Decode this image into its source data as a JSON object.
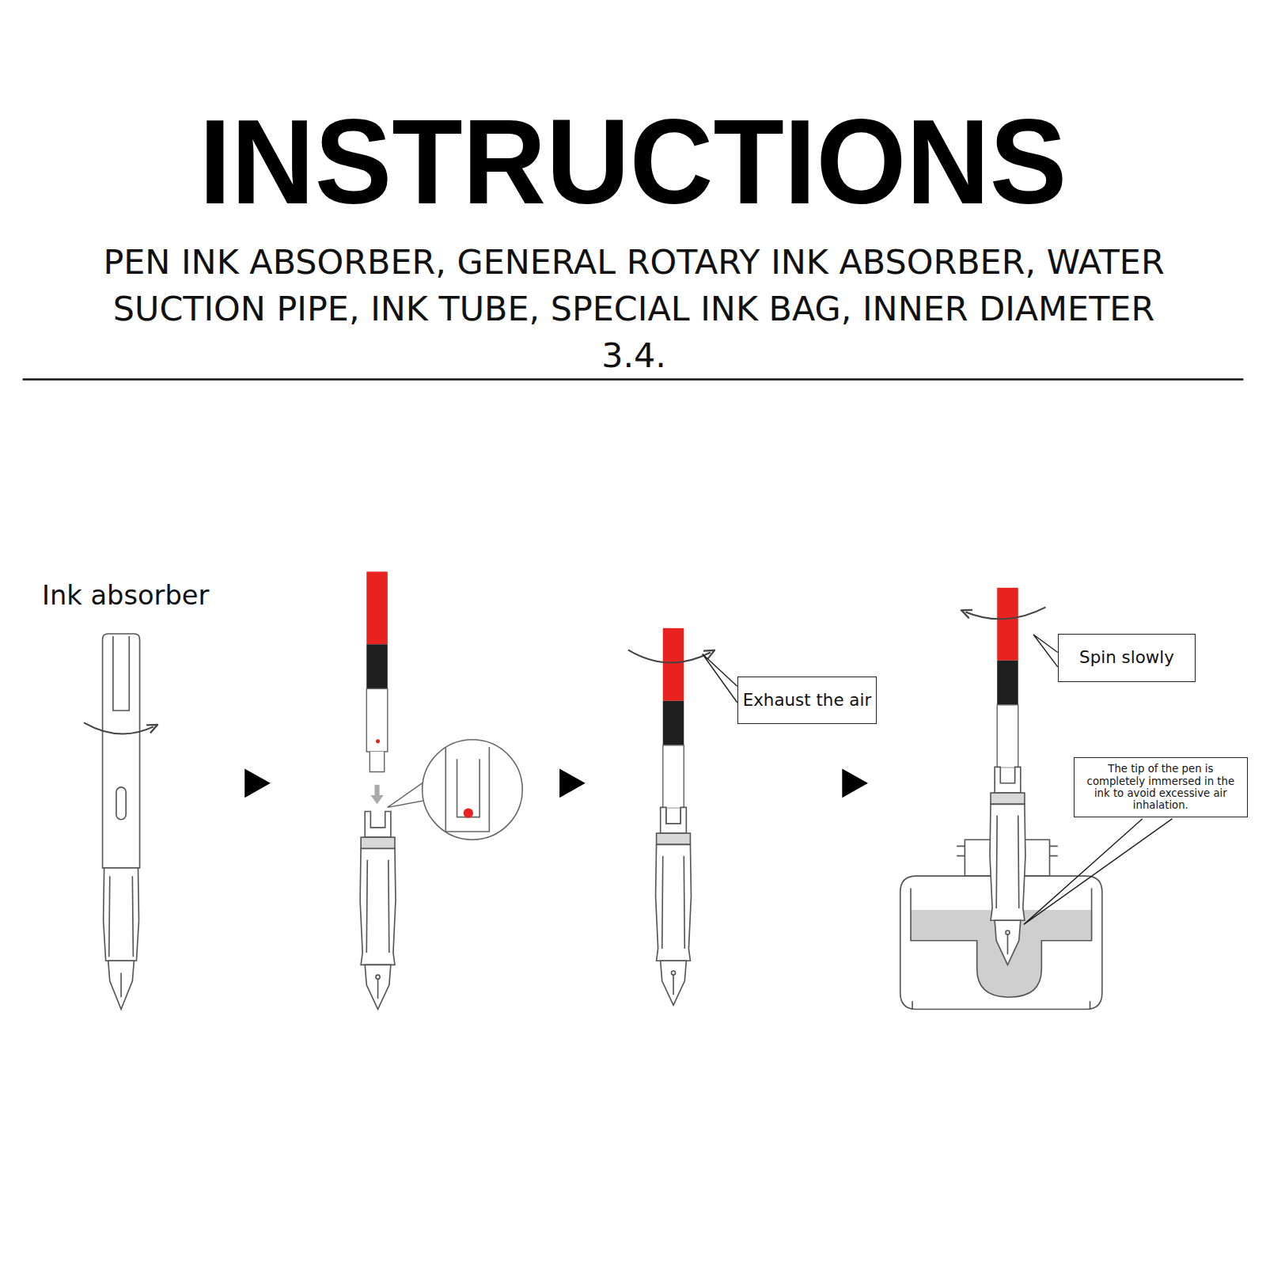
{
  "diagram": {
    "title": "INSTRUCTIONS",
    "nodes": [
      {
        "text": [
          "Exhaust the air"
        ]
      },
      {
        "text": [
          "Spin slowly"
        ]
      },
      {
        "text": [
          "The tip of the pen is completely immersed in the ink to avoid excessive air inhalation."
        ]
      }
    ],
    "labels": [
      "PEN INK ABSORBER, GENERAL ROTARY INK ABSORBER, WATER SUCTION PIPE, INK TUBE, SPECIAL INK BAG, INNER DIAMETER 3.4.",
      "Ink absorber"
    ]
  }
}
